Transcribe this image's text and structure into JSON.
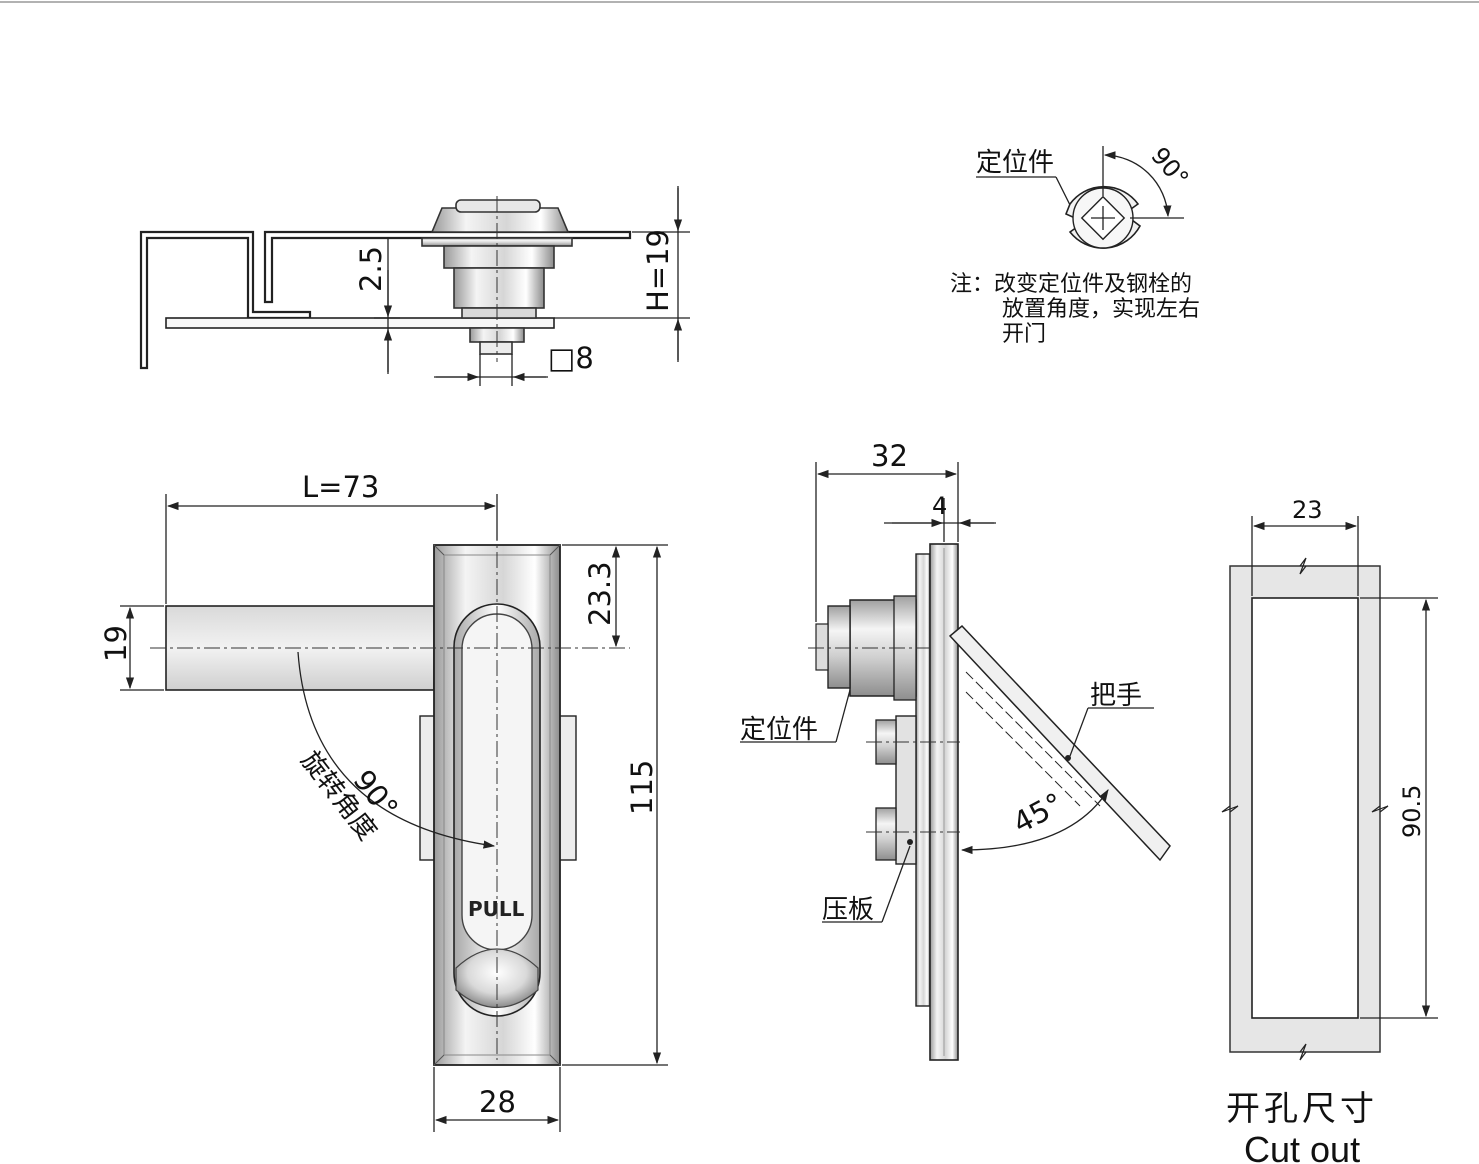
{
  "top_view": {
    "dim_depth": "2.5",
    "dim_height": "H=19",
    "dim_square": "□8"
  },
  "detail": {
    "locator_label": "定位件",
    "angle": "90°",
    "note_line1": "注：改变定位件及钢栓的",
    "note_line2": "放置角度，实现左右",
    "note_line3": "开门"
  },
  "front_view": {
    "length": "L=73",
    "handle_height": "19",
    "offset": "23.3",
    "total_height": "115",
    "width": "28",
    "rotation_angle": "90°",
    "rotation_label": "旋转角度",
    "pull_text": "PULL"
  },
  "side_view": {
    "depth": "32",
    "plate": "4",
    "locator_label": "定位件",
    "handle_label": "把手",
    "pressure_plate_label": "压板",
    "open_angle": "45°"
  },
  "cutout": {
    "width": "23",
    "height": "90.5",
    "title_cn": "开孔尺寸",
    "title_en": "Cut out"
  },
  "colors": {
    "line": "#222222",
    "metal_light": "#f3f3f3",
    "metal_mid": "#c8c8c8",
    "metal_dark": "#8a8a8a",
    "cutout_fill": "#e6e6e6"
  }
}
